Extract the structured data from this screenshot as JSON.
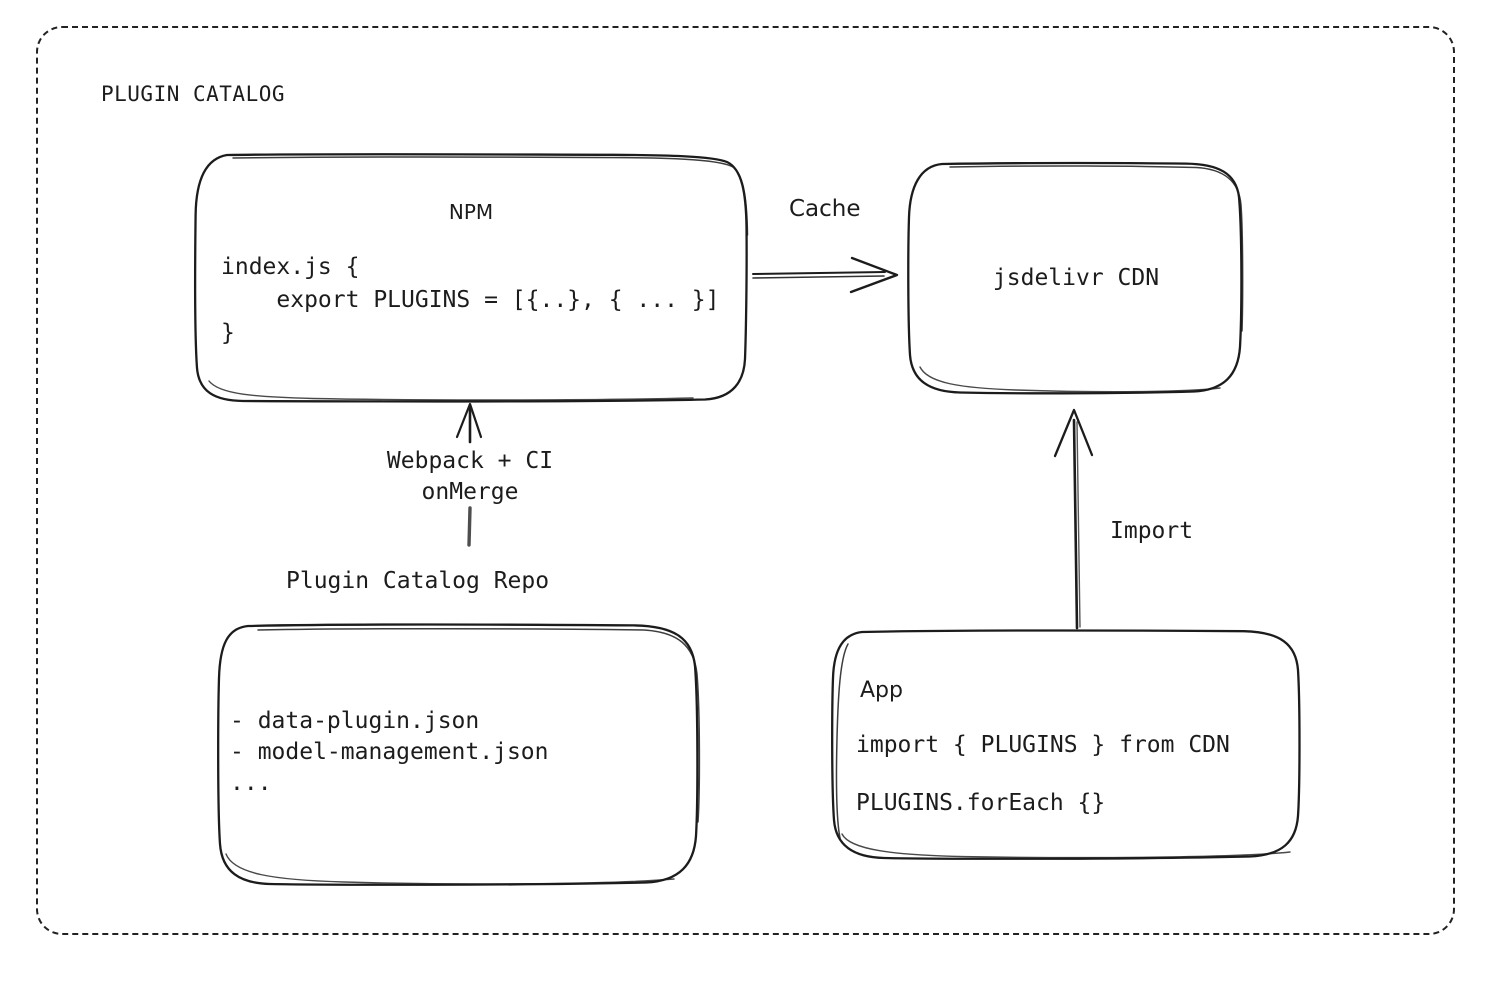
{
  "diagram": {
    "frame_title": "PLUGIN CATALOG",
    "stroke_color": "#1c1c1c",
    "background": "#ffffff",
    "nodes": {
      "npm": {
        "title": "NPM",
        "code": [
          "index.js {",
          "    export PLUGINS = [{..}, { ... }]",
          "}"
        ]
      },
      "cdn": {
        "title": "jsdelivr CDN"
      },
      "repo": {
        "external_label": "Plugin Catalog Repo",
        "items": [
          "- data-plugin.json",
          "- model-management.json",
          "..."
        ]
      },
      "app": {
        "title": "App",
        "code": [
          "import { PLUGINS } from CDN",
          "PLUGINS.forEach {}"
        ]
      }
    },
    "edges": [
      {
        "id": "npm-to-cdn",
        "label": "Cache",
        "from": "npm",
        "to": "cdn",
        "direction": "right"
      },
      {
        "id": "repo-to-npm",
        "label_line1": "Webpack + CI",
        "label_line2": "onMerge",
        "from": "repo",
        "to": "npm",
        "direction": "up"
      },
      {
        "id": "app-to-cdn",
        "label": "Import",
        "from": "app",
        "to": "cdn",
        "direction": "up"
      }
    ]
  }
}
